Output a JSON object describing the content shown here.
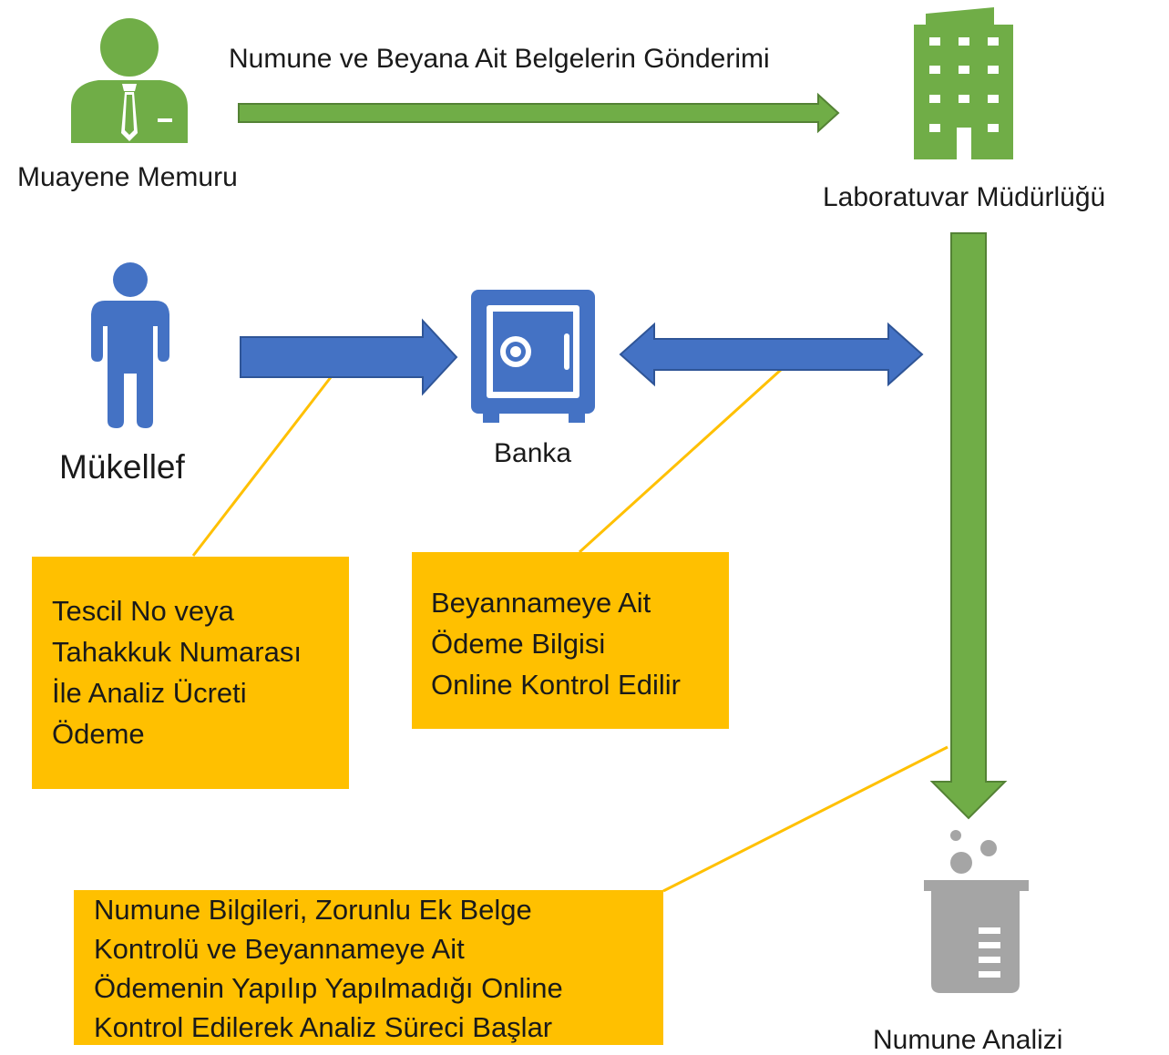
{
  "colors": {
    "green": "#70AD47",
    "blue": "#4472C4",
    "yellow_box": "#FFC000",
    "connector": "#FFC000",
    "gray": "#A5A5A5"
  },
  "icons": [
    "officer-icon",
    "building-icon",
    "person-icon",
    "safe-icon",
    "beaker-icon"
  ],
  "nodes": {
    "officer": "Muayene Memuru",
    "lab": "Laboratuvar Müdürlüğü",
    "taxpayer": "Mükellef",
    "bank": "Banka",
    "analysis": "Numune Analizi"
  },
  "edges": {
    "officer_to_lab": "Numune ve Beyana Ait Belgelerin Gönderimi"
  },
  "notes": {
    "payment": [
      "Tescil No veya",
      "Tahakkuk Numarası",
      "İle Analiz Ücreti",
      "Ödeme"
    ],
    "bank_check": [
      "Beyannameye Ait",
      "Ödeme Bilgisi",
      "Online Kontrol Edilir"
    ],
    "analysis_start": [
      "Numune Bilgileri, Zorunlu Ek Belge",
      "Kontrolü ve Beyannameye Ait",
      "Ödemenin Yapılıp Yapılmadığı Online",
      "Kontrol Edilerek Analiz Süreci Başlar"
    ]
  }
}
